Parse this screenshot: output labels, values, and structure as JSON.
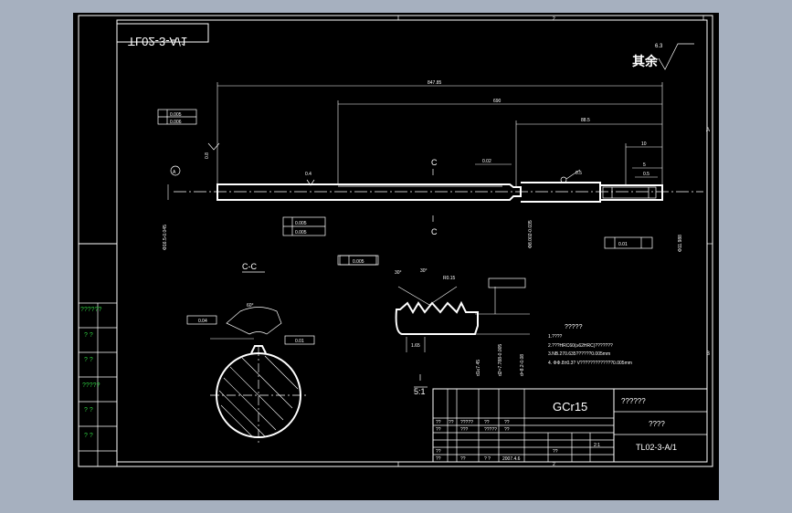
{
  "drawing": {
    "title_block_mirrored": "TL02-3-A/1",
    "roughness": {
      "chinese": "其余",
      "value": "6.3"
    },
    "section_label": "C-C",
    "section_mark_top": "C",
    "section_mark_bottom": "C",
    "scale_label": "5:1",
    "zone_right_a": "A",
    "zone_right_b": "B",
    "zone_bottom_2": "2",
    "zone_top_2": "2",
    "datum_a": "A",
    "dimensions": {
      "overall": "847.85",
      "middle": "690",
      "right": "88.5",
      "d1": "10",
      "d2": "5",
      "d3": "0.5",
      "d_len": "0.02",
      "dia_left": "Φ16.5-0.045",
      "dia_mid": "Φ8.002-0.035",
      "dia_right": "Φ11.988",
      "pitch": "0.8",
      "rough_main": "0.4",
      "tol_box_1": "0.005",
      "tol_box_2": "0.006",
      "tol_box_3": "0.005",
      "tol_box_4": "0.01",
      "tol_box_5": "0.005",
      "tol_box_6": "0.005",
      "sec_1": "0.04",
      "sec_2": "0.01",
      "angle_a": "30°",
      "angle_b": "30°",
      "r_val": "R0.15",
      "d1_label": "d1≤7.45",
      "d2_label": "d2=7.788-0.005",
      "d_label": "d=8.2-0.08",
      "small_dim": "1.65",
      "chamfer": "60°"
    },
    "notes": {
      "heading": "?????",
      "line1": "1.????",
      "line2": "2.???HRC60(≥62HRC)???????",
      "line3": "3.NB.270.635??????0.005mm",
      "line4": "4.  ΦΦ.8±0.3?  V?????????????0.005mm"
    },
    "left_column": [
      "??????",
      "?  ?",
      "?  ?",
      "?????",
      "?  ?",
      "?  ?"
    ],
    "title_block": {
      "material": "GCr15",
      "company": "??????",
      "part_name": "????",
      "drawing_no": "TL02-3-A/1",
      "scale": "2:1",
      "date": "2007.4.6",
      "r1": [
        "??",
        "??",
        "?????",
        "??",
        "??"
      ],
      "r2": [
        "??",
        "???",
        "?????",
        "??"
      ],
      "r3": [
        "??",
        "??"
      ],
      "r4": [
        "??",
        "?  ?",
        "??"
      ]
    }
  }
}
